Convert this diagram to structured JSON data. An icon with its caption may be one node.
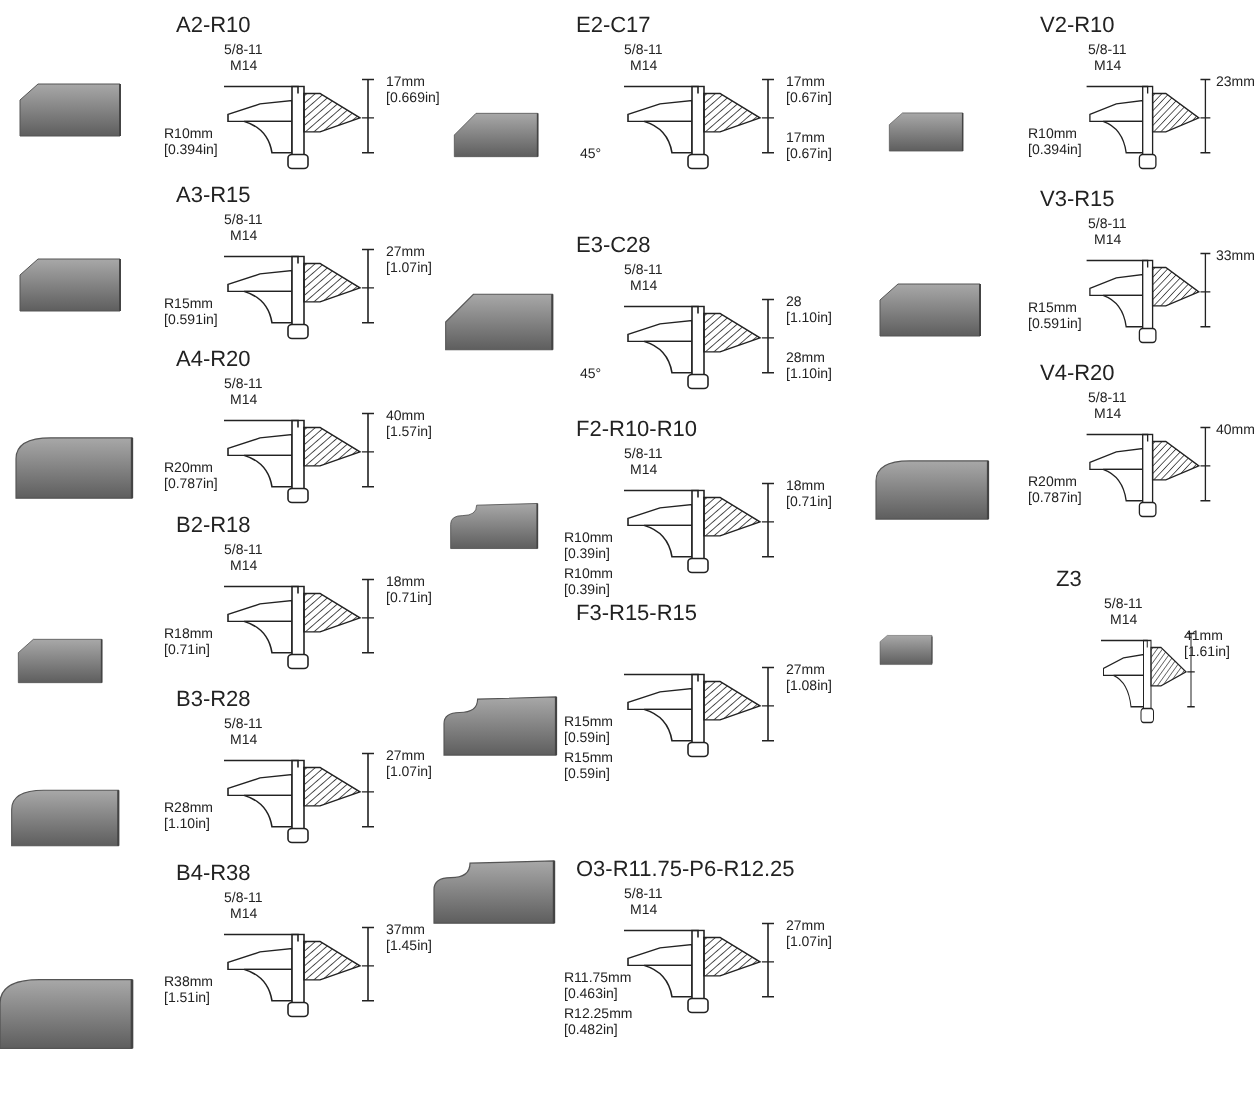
{
  "diagram": {
    "labels": [
      "A2-R10",
      "5/8-11",
      "M14",
      "R10mm",
      "[0.394in]",
      "17mm",
      "[0.669in]",
      "A3-R15",
      "5/8-11",
      "M14",
      "R15mm",
      "[0.591in]",
      "27mm",
      "[1.07in]",
      "A4-R20",
      "5/8-11",
      "M14",
      "R20mm",
      "[0.787in]",
      "40mm",
      "[1.57in]",
      "B2-R18",
      "5/8-11",
      "M14",
      "R18mm",
      "[0.71in]",
      "18mm",
      "[0.71in]",
      "B3-R28",
      "5/8-11",
      "M14",
      "R28mm",
      "[1.10in]",
      "27mm",
      "[1.07in]",
      "B4-R38",
      "5/8-11",
      "M14",
      "R38mm",
      "[1.51in]",
      "37mm",
      "[1.45in]",
      "E2-C17",
      "5/8-11",
      "M14",
      "17mm",
      "[0.67in]",
      "45°",
      "17mm",
      "[0.67in]",
      "E3-C28",
      "5/8-11",
      "M14",
      "28",
      "[1.10in]",
      "45°",
      "28mm",
      "[1.10in]",
      "F2-R10-R10",
      "5/8-11",
      "M14",
      "18mm",
      "[0.71in]",
      "R10mm",
      "[0.39in]",
      "R10mm",
      "[0.39in]",
      "F3-R15-R15",
      "27mm",
      "[1.08in]",
      "R15mm",
      "[0.59in]",
      "R15mm",
      "[0.59in]",
      "O3-R11.75-P6-R12.25",
      "5/8-11",
      "M14",
      "27mm",
      "[1.07in]",
      "R11.75mm",
      "[0.463in]",
      "R12.25mm",
      "[0.482in]",
      "V2-R10",
      "5/8-11",
      "M14",
      "R10mm",
      "[0.394in]",
      "23mm",
      "V3-R15",
      "5/8-11",
      "M14",
      "R15mm",
      "[0.591in]",
      "33mm",
      "V4-R20",
      "5/8-11",
      "M14",
      "R20mm",
      "[0.787in]",
      "40mm",
      "Z3",
      "5/8-11",
      "M14",
      "41mm",
      "[1.61in]"
    ]
  }
}
